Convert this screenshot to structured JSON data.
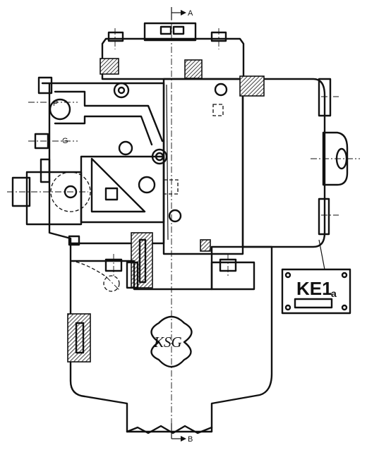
{
  "labels": {
    "section_a": "A",
    "section_b": "B",
    "port_p": "P",
    "port_g": "G"
  },
  "nameplate": {
    "main": "KE1",
    "sub": "a"
  },
  "logo": {
    "text": "KSG"
  }
}
